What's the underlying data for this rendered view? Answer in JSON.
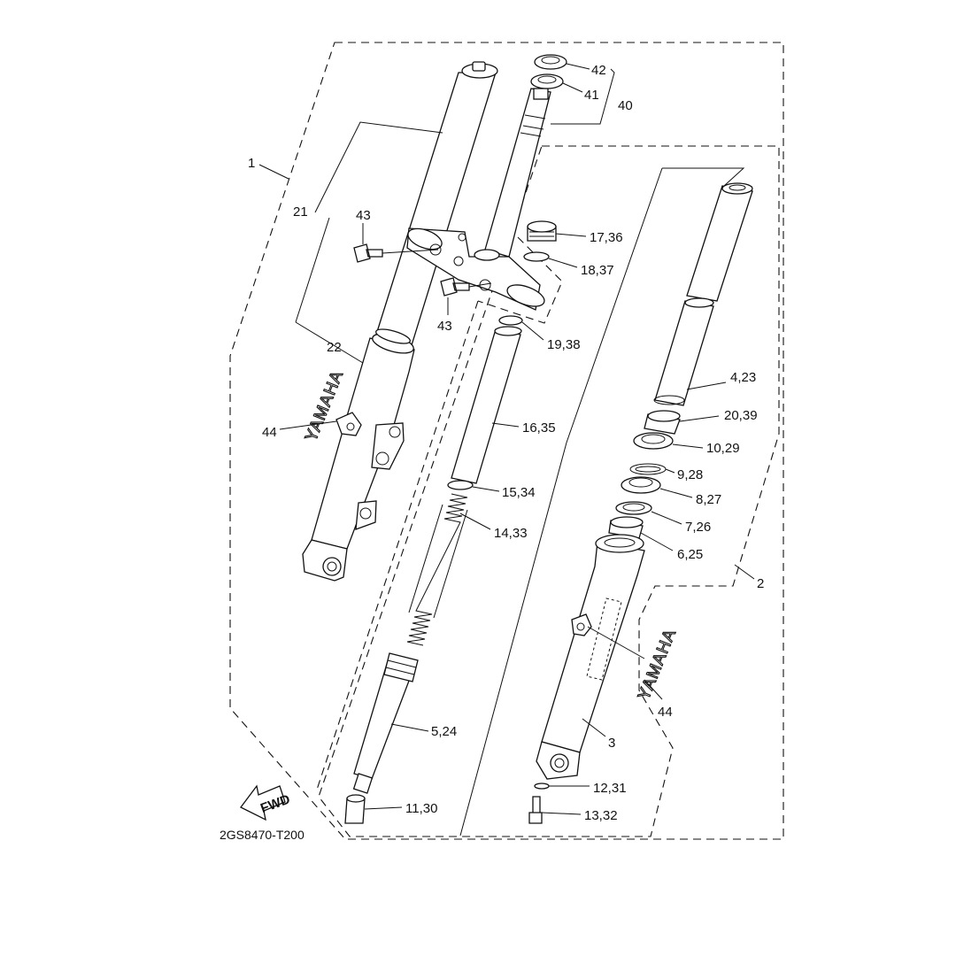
{
  "diagram": {
    "code": "2GS8470-T200",
    "fwd_label": "FWD",
    "brand_left": "YAMAHA",
    "brand_right": "YAMAHA",
    "callouts": {
      "c1": "1",
      "c2": "2",
      "c3": "3",
      "c4_23": "4,23",
      "c5_24": "5,24",
      "c6_25": "6,25",
      "c7_26": "7,26",
      "c8_27": "8,27",
      "c9_28": "9,28",
      "c10_29": "10,29",
      "c11_30": "11,30",
      "c12_31": "12,31",
      "c13_32": "13,32",
      "c14_33": "14,33",
      "c15_34": "15,34",
      "c16_35": "16,35",
      "c17_36": "17,36",
      "c18_37": "18,37",
      "c19_38": "19,38",
      "c20_39": "20,39",
      "c21": "21",
      "c22": "22",
      "c40": "40",
      "c41": "41",
      "c42": "42",
      "c43a": "43",
      "c43b": "43",
      "c44a": "44",
      "c44b": "44"
    }
  }
}
